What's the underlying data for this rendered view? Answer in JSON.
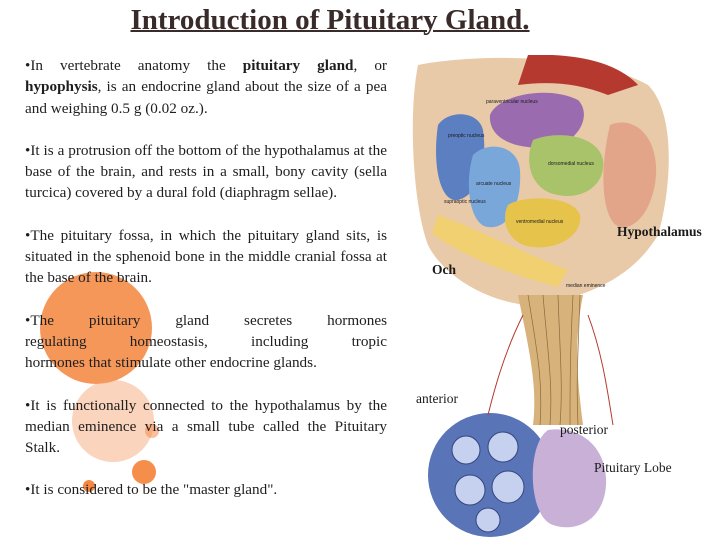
{
  "slide": {
    "title": "Introduction of Pituitary Gland.",
    "paragraphs": [
      {
        "pre": "•In vertebrate anatomy the ",
        "bold1": "pituitary gland",
        "mid": ", or ",
        "bold2": "hypophysis",
        "post": ", is an endocrine gland about the size of a pea and weighing 0.5 g (0.02 oz.)."
      },
      {
        "text": "•It is a protrusion off the bottom of the hypothalamus at the base of the brain, and rests in a small, bony cavity (sella turcica) covered by a dural fold (diaphragm sellae)."
      },
      {
        "text": "•The pituitary fossa, in which the pituitary gland sits, is situated in the sphenoid bone in the middle cranial fossa at the base of the brain."
      },
      {
        "line1": "•The pituitary gland secretes hormones",
        "line2": "regulating homeostasis, including tropic",
        "line3": "hormones that stimulate other endocrine glands."
      },
      {
        "text": "•It is functionally connected to the hypothalamus by the median eminence via a small tube called the Pituitary Stalk."
      },
      {
        "text": "•It is considered to be the \"master gland\"."
      }
    ]
  },
  "figure": {
    "labels": {
      "hypothalamus": "Hypothalamus",
      "och": "Och",
      "anterior": "anterior",
      "posterior": "posterior",
      "pituitary_lobe": "Pituitary Lobe"
    },
    "nuclei": {
      "paraventricular": "paraventricular nucleus",
      "preoptic": "preoptic nucleus",
      "dorsomedial": "dorsomedial nucleus",
      "ventromedial": "ventromedial nucleus",
      "supraoptic": "supraoptic nucleus",
      "arcuate": "arcuate nucleus",
      "median_eminence": "median eminence"
    }
  },
  "colors": {
    "title": "#3a2b2b",
    "accent_orange": "#f47a2c",
    "text": "#1e1e1e"
  }
}
